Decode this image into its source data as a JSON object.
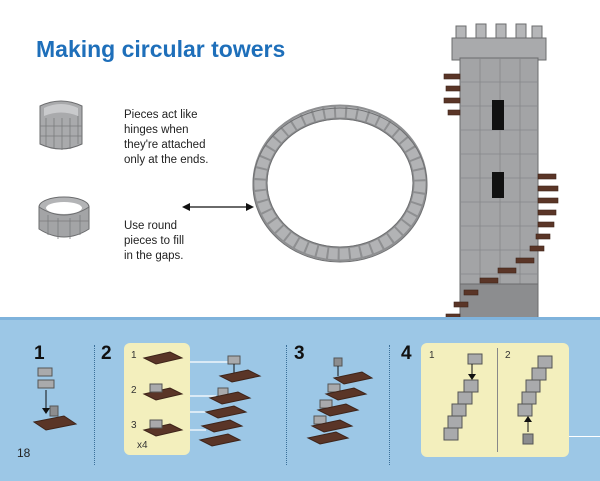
{
  "page": {
    "title": "Making circular towers",
    "note_hinges": "Pieces act like\nhinges when\nthey're attached\nonly at the ends.",
    "note_round": "Use round\npieces to fill\nin the gaps.",
    "page_number": "18"
  },
  "steps": [
    {
      "number": "1"
    },
    {
      "number": "2",
      "substeps": [
        "1",
        "2",
        "3"
      ],
      "multiplier": "x4"
    },
    {
      "number": "3"
    },
    {
      "number": "4",
      "substeps": [
        "1",
        "2"
      ]
    }
  ],
  "colors": {
    "title": "#1e6fba",
    "band": "#9cc7e6",
    "panel": "#f3efbd",
    "brick_grey": "#a8a9ab",
    "brick_brown": "#5a3527"
  }
}
